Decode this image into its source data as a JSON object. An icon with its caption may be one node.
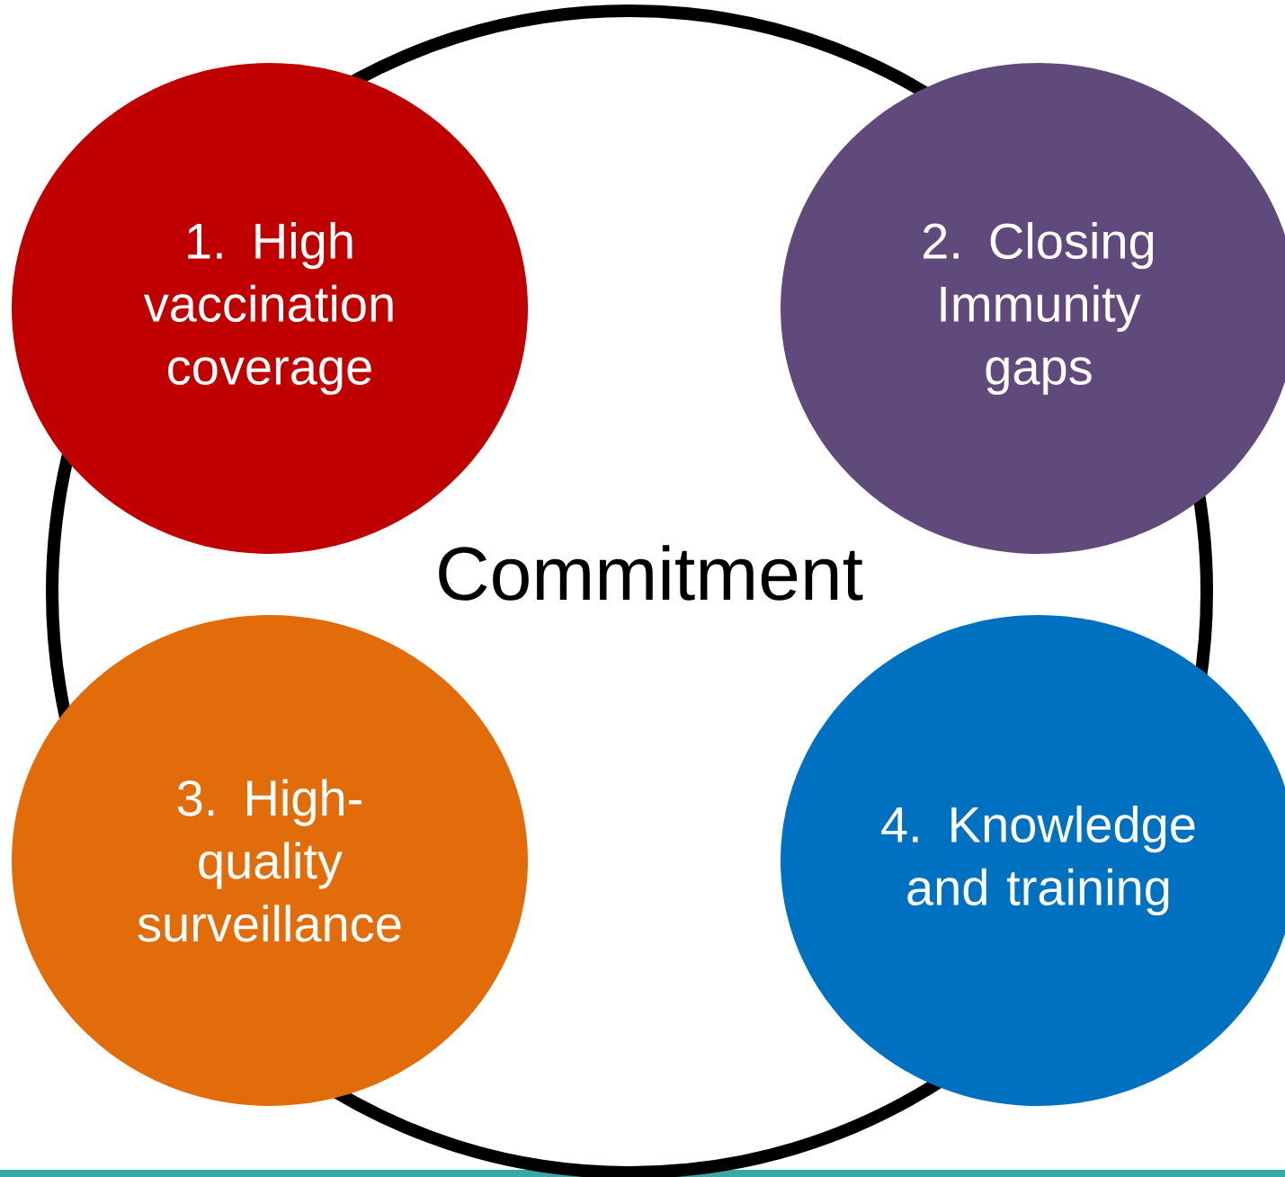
{
  "diagram": {
    "nodes": [
      {
        "text": [
          "Commitment"
        ]
      },
      {
        "text": [
          "1. High vaccination coverage"
        ]
      },
      {
        "text": [
          "2. Closing Immunity gaps"
        ]
      },
      {
        "text": [
          "3. High- quality surveillance"
        ]
      },
      {
        "text": [
          "4. Knowledge and training"
        ]
      }
    ]
  }
}
